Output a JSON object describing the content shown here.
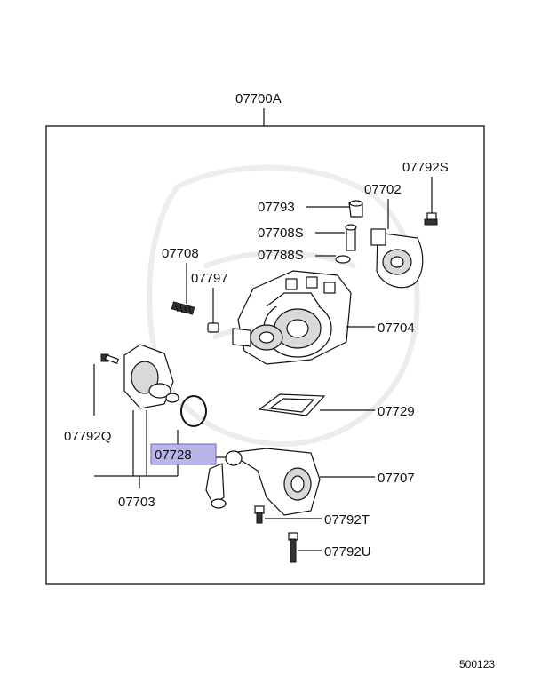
{
  "diagram": {
    "assembly_label": "07700A",
    "highlighted_part": "07728",
    "highlight_color": "#b8b6e6",
    "ref_code": "500123",
    "parts": {
      "p07792S": "07792S",
      "p07702": "07702",
      "p07793": "07793",
      "p07708S": "07708S",
      "p07788S": "07788S",
      "p07708": "07708",
      "p07797": "07797",
      "p07704": "07704",
      "p07729": "07729",
      "p07792Q": "07792Q",
      "p07728": "07728",
      "p07707": "07707",
      "p07703": "07703",
      "p07792T": "07792T",
      "p07792U": "07792U"
    }
  }
}
